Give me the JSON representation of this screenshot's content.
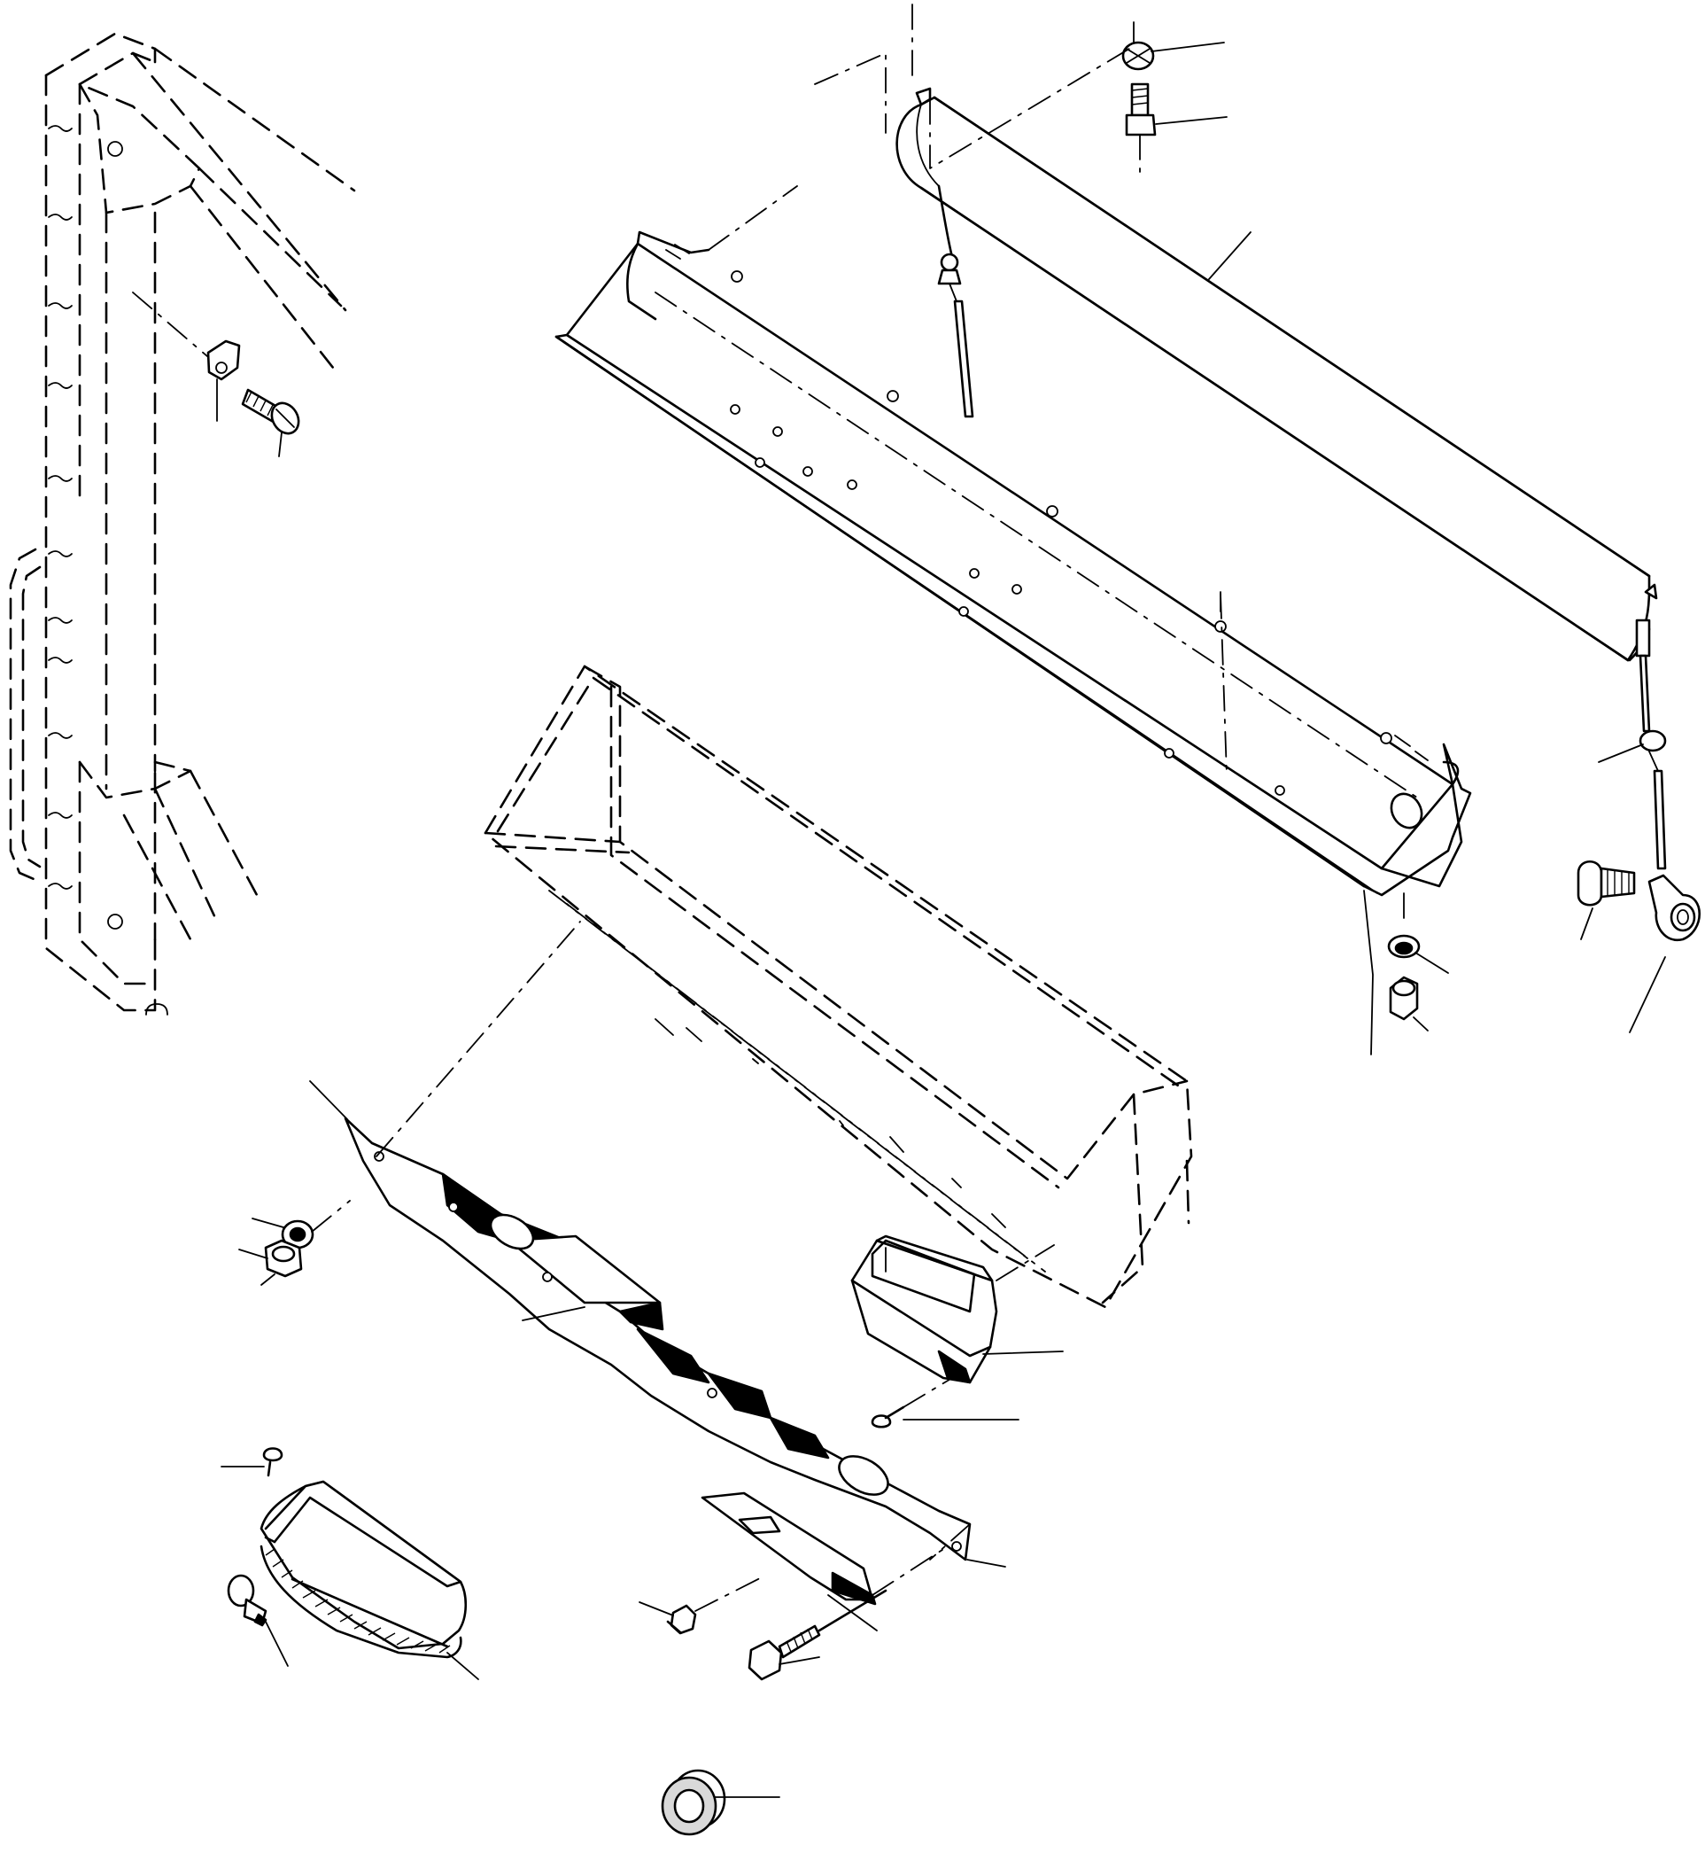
{
  "figure": {
    "kind": "exploded-parts-diagram",
    "colors": {
      "ink": "#000000",
      "paper": "#ffffff"
    },
    "parts": [
      {
        "name": "cab-frame-post",
        "style": "phantom"
      },
      {
        "name": "rubber-retainer",
        "style": "solid"
      },
      {
        "name": "retainer-screw",
        "style": "solid"
      },
      {
        "name": "top-cap-washer",
        "style": "solid"
      },
      {
        "name": "top-cap-bolt",
        "style": "solid"
      },
      {
        "name": "roller-blind-housing",
        "style": "solid"
      },
      {
        "name": "mounting-channel",
        "style": "solid"
      },
      {
        "name": "guide-rod-left",
        "style": "solid"
      },
      {
        "name": "guide-rod-right",
        "style": "solid"
      },
      {
        "name": "rod-end-eye",
        "style": "solid"
      },
      {
        "name": "rod-end-bolt",
        "style": "solid"
      },
      {
        "name": "lower-flat-washer",
        "style": "solid"
      },
      {
        "name": "lower-hex-nut",
        "style": "solid"
      },
      {
        "name": "headliner-console",
        "style": "phantom"
      },
      {
        "name": "lamp-bracket",
        "style": "solid"
      },
      {
        "name": "bracket-washer",
        "style": "solid"
      },
      {
        "name": "bracket-nut",
        "style": "solid"
      },
      {
        "name": "air-vent-nozzle",
        "style": "solid"
      },
      {
        "name": "vent-screw",
        "style": "solid"
      },
      {
        "name": "mounting-plate",
        "style": "solid"
      },
      {
        "name": "plate-push-clip",
        "style": "solid"
      },
      {
        "name": "plate-tapping-screw",
        "style": "solid"
      },
      {
        "name": "dome-lamp",
        "style": "solid"
      },
      {
        "name": "lamp-lens-screw",
        "style": "solid"
      },
      {
        "name": "lamp-bulb",
        "style": "solid"
      },
      {
        "name": "rubber-grommet",
        "style": "solid"
      }
    ],
    "leader_lines": 24
  }
}
